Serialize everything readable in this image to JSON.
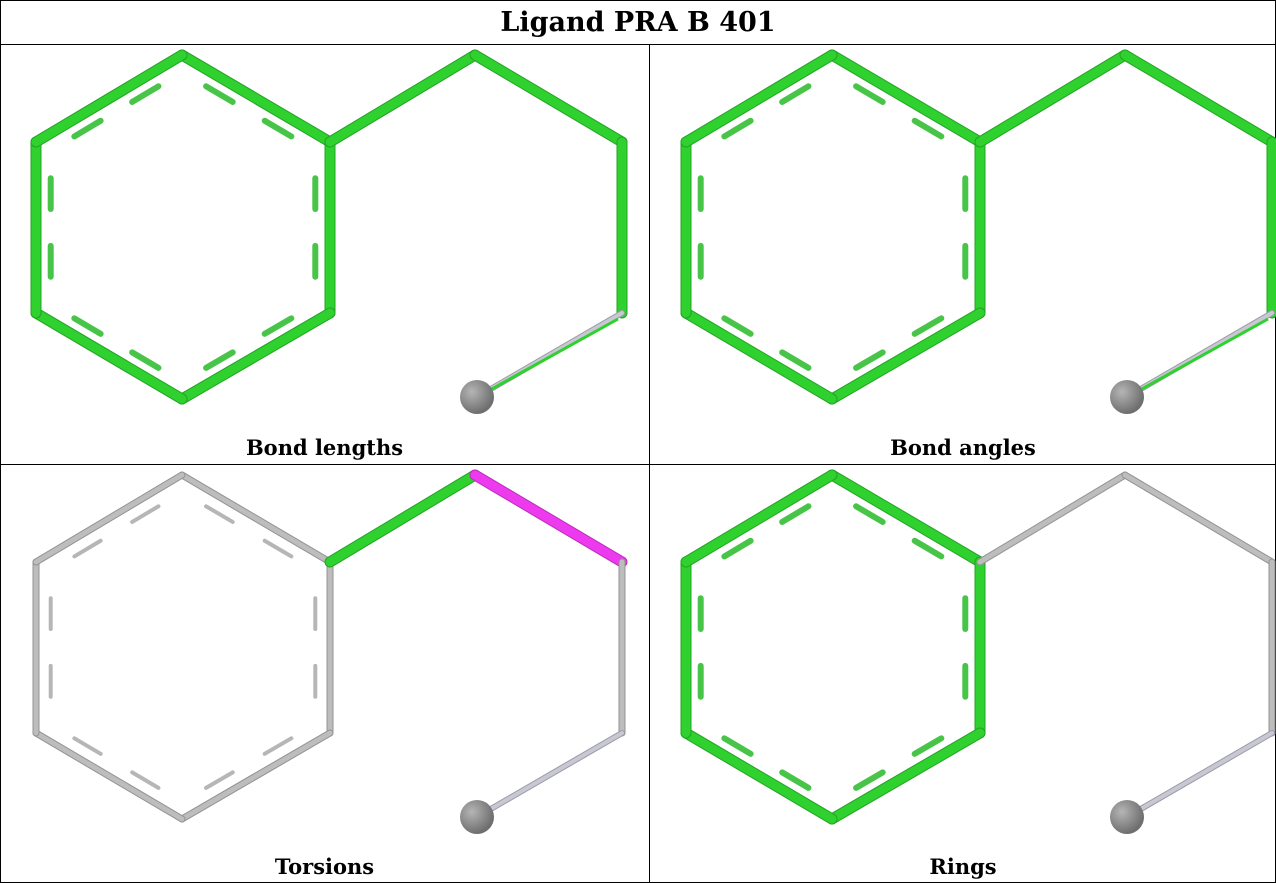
{
  "title": "Ligand PRA B 401",
  "panels": [
    {
      "caption": "Bond lengths",
      "ring_color": "#2ed12e",
      "chain1_color": "#2ed12e",
      "chain2_color": "#2ed12e",
      "chain3_color": "#2ed12e"
    },
    {
      "caption": "Bond angles",
      "ring_color": "#2ed12e",
      "chain1_color": "#2ed12e",
      "chain2_color": "#2ed12e",
      "chain3_color": "#2ed12e"
    },
    {
      "caption": "Torsions",
      "ring_color": "#bdbdbd",
      "chain1_color": "#2ed12e",
      "chain2_color": "#ee3aee",
      "chain3_color": "#bdbdbd"
    },
    {
      "caption": "Rings",
      "ring_color": "#2ed12e",
      "chain1_color": "#bdbdbd",
      "chain2_color": "#bdbdbd",
      "chain3_color": "#bdbdbd"
    }
  ],
  "atom_color": "#6e6e6e",
  "terminal_bond_color": "#c8c8d4"
}
